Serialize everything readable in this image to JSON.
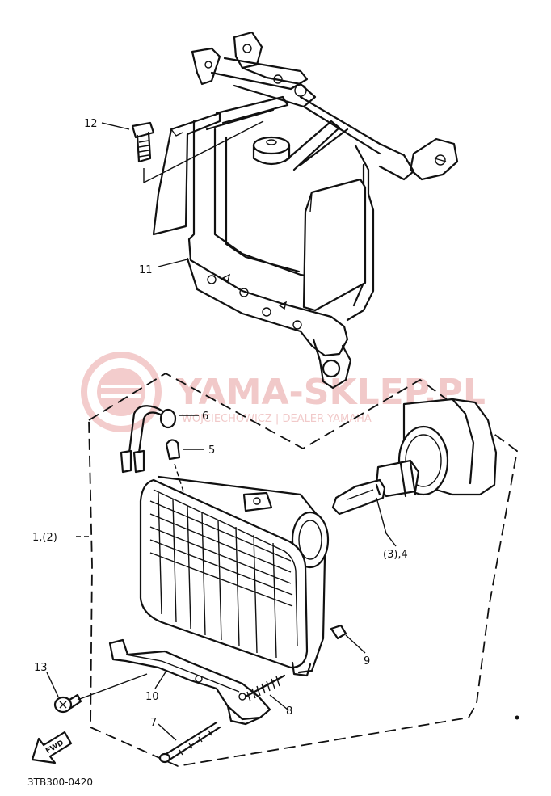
{
  "watermark": {
    "main": "YAMA-SKLEP.PL",
    "sub": "WOJCIECHOWICZ | DEALER YAMAHA"
  },
  "labels": {
    "p12": "12",
    "p11": "11",
    "p6": "6",
    "p5": "5",
    "p1_2": "1,(2)",
    "p3_4": "(3),4",
    "p9": "9",
    "p13": "13",
    "p10": "10",
    "p8": "8",
    "p7": "7"
  },
  "direction_marker": "FWD",
  "diagram_code": "3TB300-0420",
  "colors": {
    "line": "#111111",
    "watermark": "#f1c9c9"
  }
}
